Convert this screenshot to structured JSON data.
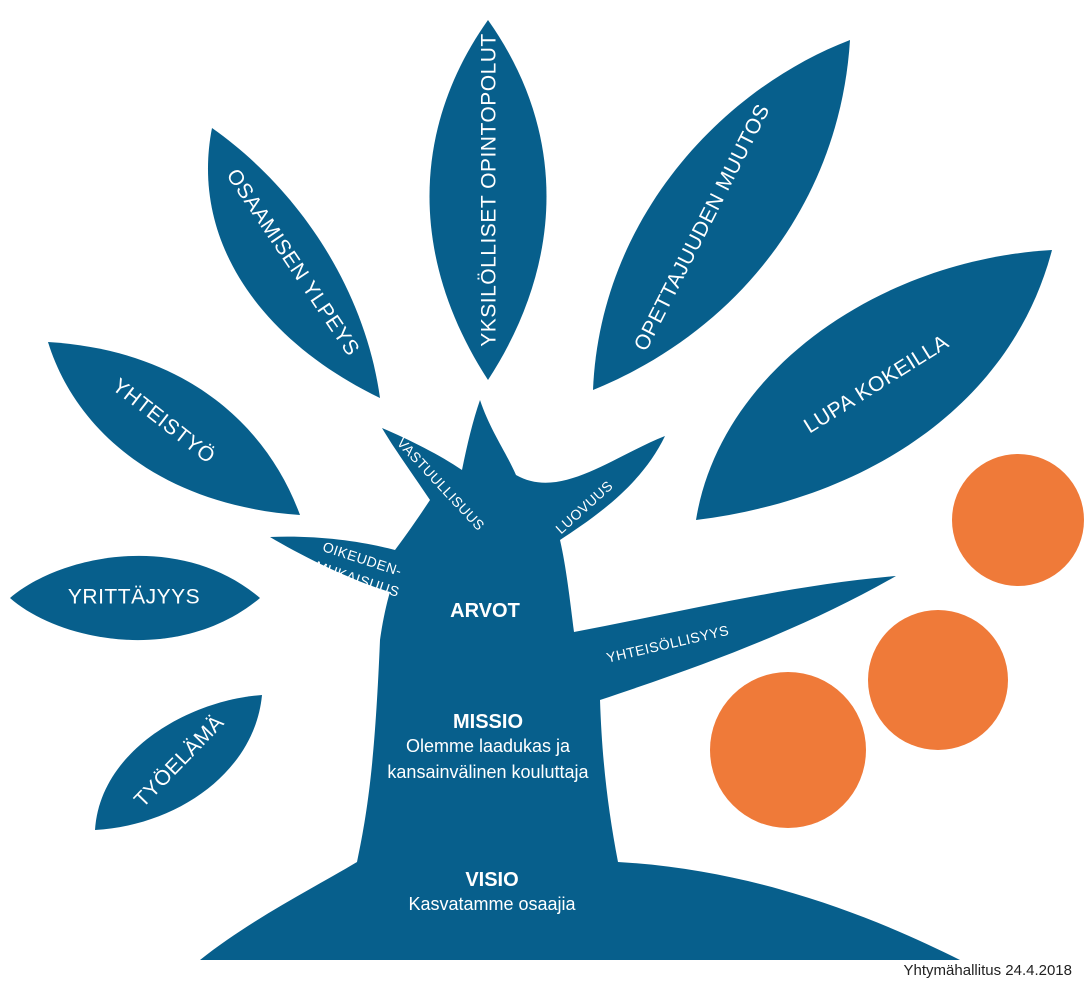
{
  "colors": {
    "primary": "#075f8c",
    "accent": "#ef7a39",
    "background": "#ffffff"
  },
  "leaves": {
    "yksilolliset": "YKSILÖLLISET OPINTOPOLUT",
    "osaamisen": "OSAAMISEN YLPEYS",
    "opettajuuden": "OPETTAJUUDEN MUUTOS",
    "lupa": "LUPA KOKEILLA",
    "yhteistyo": "YHTEISTYÖ",
    "yrittajyys": "YRITTÄJYYS",
    "tyoelama": "TYÖELÄMÄ"
  },
  "values": {
    "vastuullisuus": "VASTUULLISUUS",
    "luovuus": "LUOVUUS",
    "oikeuden_line1": "OIKEUDEN-",
    "oikeuden_line2": "MUKAISUUS",
    "yhteisollisyys": "YHTEISÖLLISYYS"
  },
  "trunk": {
    "arvot": "ARVOT",
    "missio_title": "MISSIO",
    "missio_line1": "Olemme laadukas ja",
    "missio_line2": "kansainvälinen kouluttaja",
    "visio_title": "VISIO",
    "visio_line1": "Kasvatamme osaajia"
  },
  "footer": "Yhtymähallitus 24.4.2018"
}
